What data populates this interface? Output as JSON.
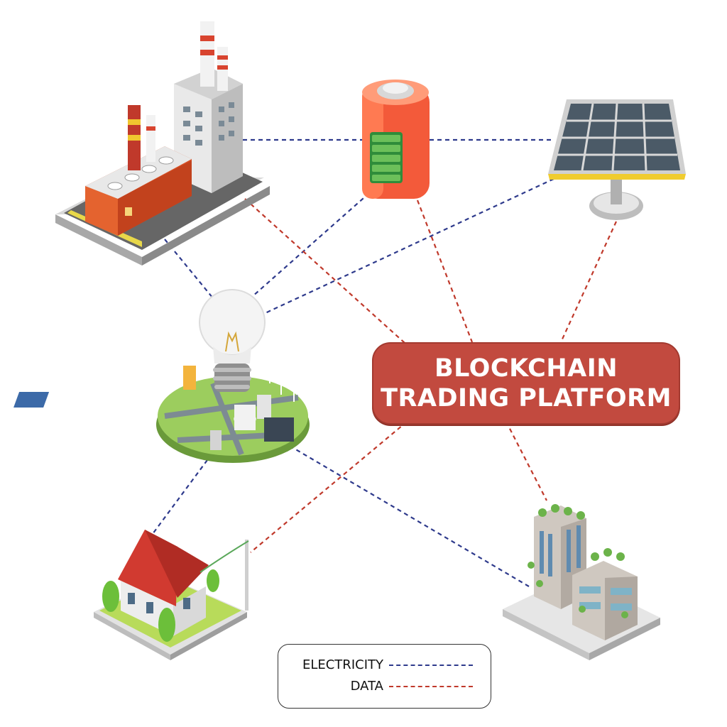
{
  "platform": {
    "line1": "BLOCKCHAIN",
    "line2": "TRADING PLATFORM",
    "color": "#c24a3f"
  },
  "legend": {
    "items": [
      {
        "label": "ELECTRICITY",
        "color": "#2e3a8c",
        "style": "dashed"
      },
      {
        "label": "DATA",
        "color": "#c0392b",
        "style": "dashed"
      }
    ]
  },
  "nodes": [
    {
      "name": "power-plant",
      "icon": "factory-icon"
    },
    {
      "name": "battery",
      "icon": "battery-icon"
    },
    {
      "name": "solar-panel",
      "icon": "solar-panel-icon"
    },
    {
      "name": "smart-grid-hub",
      "icon": "lightbulb-grid-icon"
    },
    {
      "name": "house",
      "icon": "house-icon"
    },
    {
      "name": "office-building",
      "icon": "building-icon"
    }
  ],
  "colors": {
    "electricity": "#2e3a8c",
    "data": "#c0392b"
  }
}
